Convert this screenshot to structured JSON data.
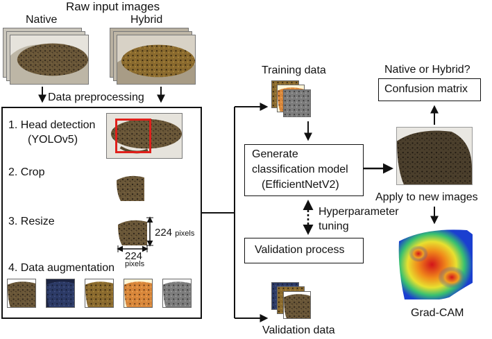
{
  "header": {
    "title": "Raw input images",
    "native": "Native",
    "hybrid": "Hybrid"
  },
  "preprocessing": {
    "label": "Data preprocessing",
    "step1": "1. Head detection",
    "step1_model": "(YOLOv5)",
    "step2": "2. Crop",
    "step3": "3. Resize",
    "size_value_v": "224",
    "size_unit_v": "pixels",
    "size_value_h": "224",
    "size_unit_h": "pixels",
    "step4": "4. Data augmentation"
  },
  "training": {
    "label": "Training data"
  },
  "model": {
    "line1": "Generate",
    "line2": "classification model",
    "line3": "(EfficientNetV2)"
  },
  "tuning": {
    "line1": "Hyperparameter",
    "line2": "tuning"
  },
  "validation_process": {
    "label": "Validation process"
  },
  "validation_data": {
    "label": "Validation data"
  },
  "output": {
    "question": "Native or Hybrid?",
    "confusion": "Confusion matrix",
    "apply": "Apply to new images",
    "gradcam": "Grad-CAM"
  },
  "colors": {
    "line": "#111111",
    "detection_box": "#e0201b",
    "skin_brown": "#6b5638",
    "background_white": "#e8e6e0"
  }
}
